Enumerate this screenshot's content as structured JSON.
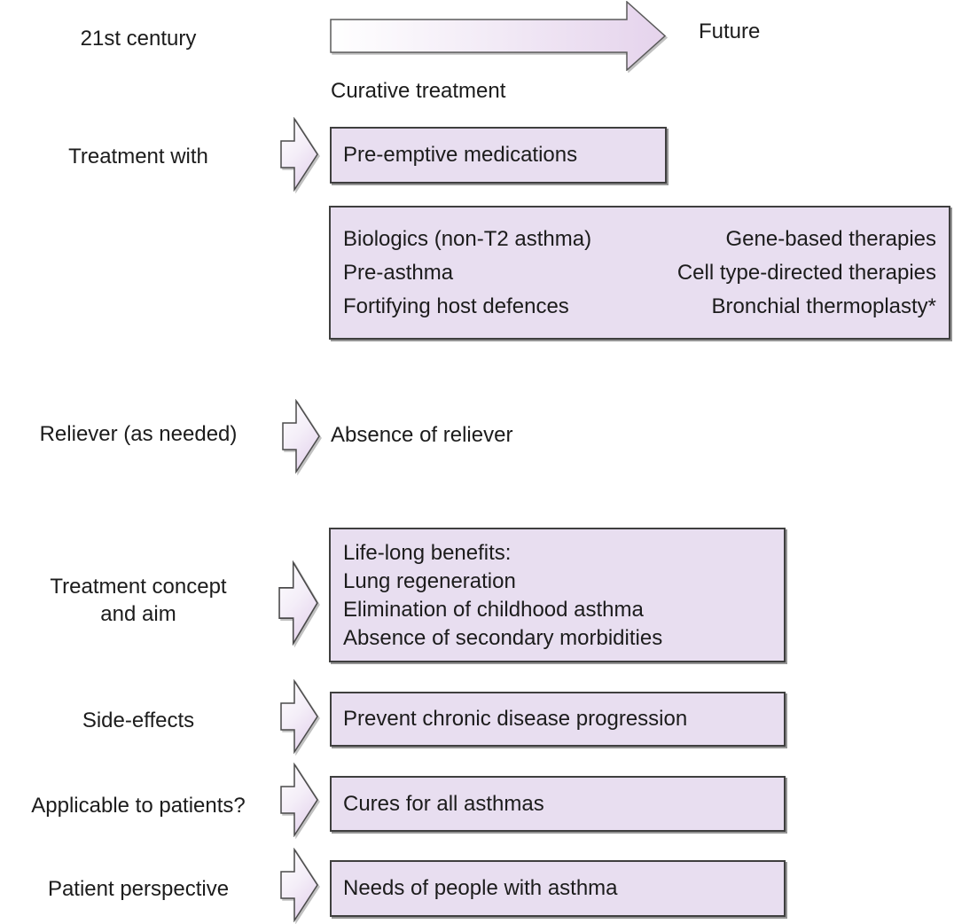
{
  "figure": {
    "era_label": "21st century",
    "future_label": "Future",
    "arrow_caption": "Curative treatment"
  },
  "row_labels": {
    "treatment_with": "Treatment with",
    "reliever": "Reliever (as needed)",
    "concept_line1": "Treatment concept",
    "concept_line2": "and aim",
    "side_effects": "Side-effects",
    "applicable": "Applicable to patients?",
    "perspective": "Patient perspective"
  },
  "boxes": {
    "preemptive": "Pre-emptive medications",
    "therapies": {
      "rows": [
        {
          "left": "Biologics (non-T2 asthma)",
          "right": "Gene-based therapies"
        },
        {
          "left": "Pre-asthma",
          "right": "Cell type-directed therapies"
        },
        {
          "left": "Fortifying host defences",
          "right": "Bronchial thermoplasty*"
        }
      ]
    },
    "absence_note": "Absence of reliever",
    "lifelong": {
      "lines": [
        "Life-long benefits:",
        "Lung regeneration",
        "Elimination of childhood asthma",
        "Absence of secondary morbidities"
      ]
    },
    "prevent": "Prevent chronic disease progression",
    "cures": "Cures for all asthmas",
    "needs": "Needs of people with asthma"
  },
  "colors": {
    "box_fill": "#e8def0",
    "box_border": "#3f3f3f",
    "box_shadow": "#949494",
    "arrow_gradient_start": "#ffffff",
    "arrow_gradient_end": "#e5d3ec",
    "text": "#1c1c1c"
  }
}
